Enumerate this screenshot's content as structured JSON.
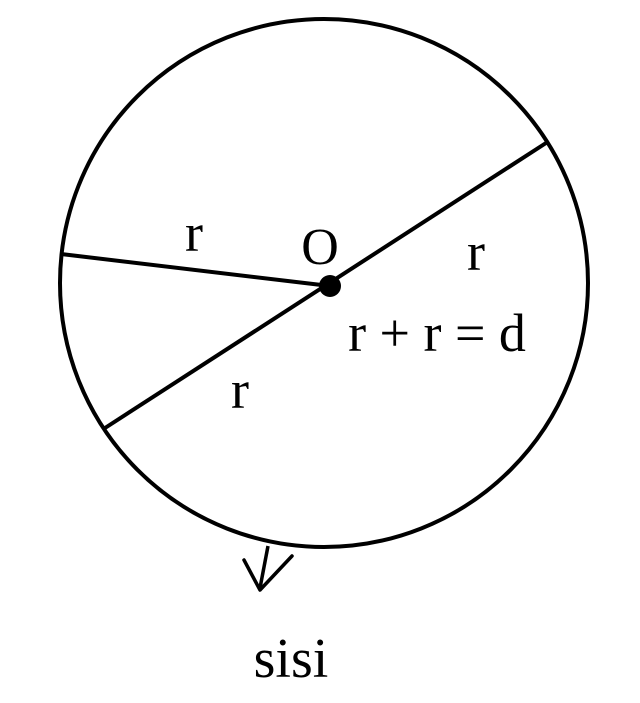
{
  "diagram": {
    "center_label": "O",
    "radius_label_left": "r",
    "radius_label_right": "r",
    "radius_label_lower": "r",
    "equation": "r + r = d",
    "edge_label": "sisi"
  },
  "colors": {
    "stroke": "#000000",
    "background": "#ffffff"
  }
}
